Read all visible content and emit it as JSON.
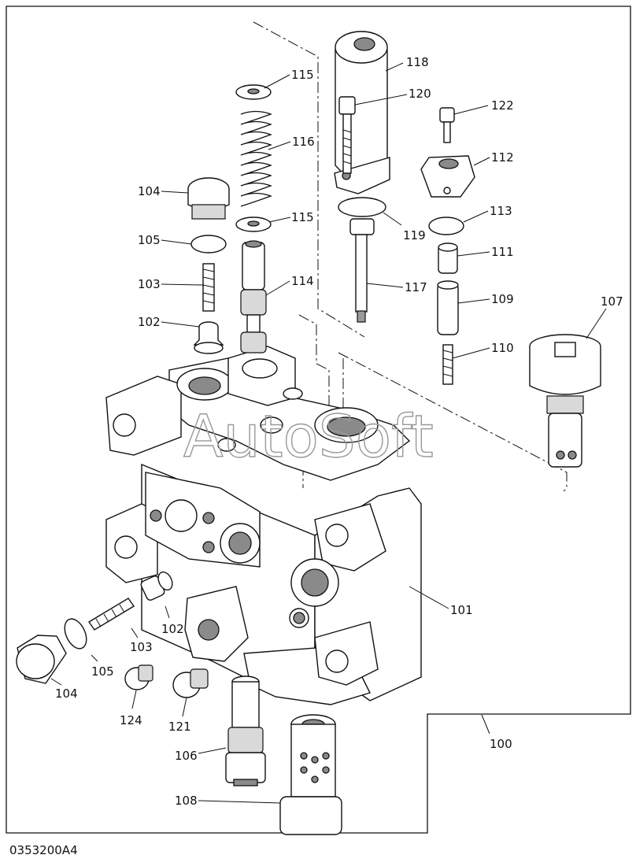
{
  "watermark": "AutoSoft",
  "figure_code": "0353200A4",
  "callouts": {
    "c100": "100",
    "c101": "101",
    "c102a": "102",
    "c102b": "102",
    "c103a": "103",
    "c103b": "103",
    "c104a": "104",
    "c104b": "104",
    "c105a": "105",
    "c105b": "105",
    "c106": "106",
    "c107": "107",
    "c108": "108",
    "c109": "109",
    "c110": "110",
    "c111": "111",
    "c112": "112",
    "c113": "113",
    "c114": "114",
    "c115a": "115",
    "c115b": "115",
    "c116": "116",
    "c117": "117",
    "c118": "118",
    "c119": "119",
    "c120": "120",
    "c121": "121",
    "c122": "122",
    "c124": "124"
  }
}
